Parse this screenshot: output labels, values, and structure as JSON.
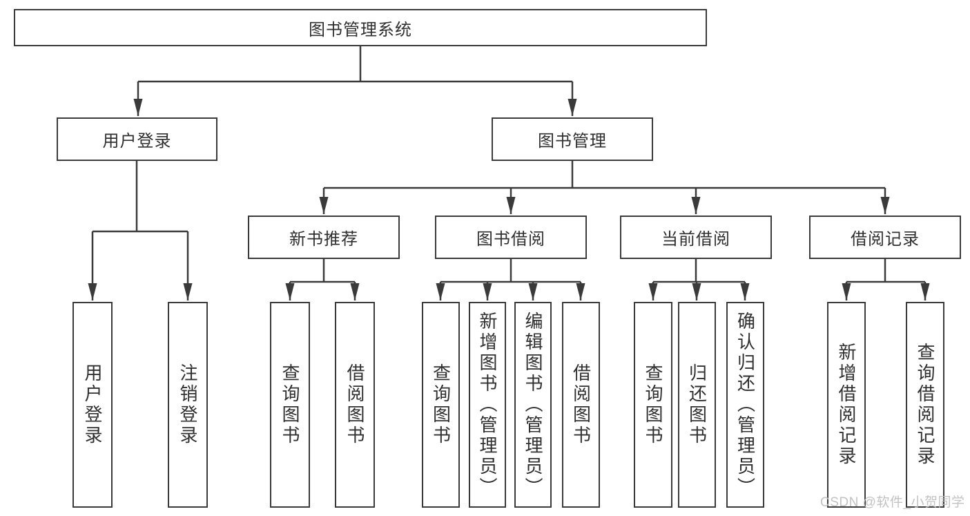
{
  "diagram": {
    "root": {
      "label": "图书管理系统"
    },
    "level2": [
      {
        "label": "用户登录"
      },
      {
        "label": "图书管理"
      }
    ],
    "level3": [
      {
        "label": "新书推荐",
        "parent": "图书管理"
      },
      {
        "label": "图书借阅",
        "parent": "图书管理"
      },
      {
        "label": "当前借阅",
        "parent": "图书管理"
      },
      {
        "label": "借阅记录",
        "parent": "图书管理"
      }
    ],
    "leaves": [
      {
        "label": "用户登录",
        "parent": "用户登录"
      },
      {
        "label": "注销登录",
        "parent": "用户登录"
      },
      {
        "label": "查询图书",
        "parent": "新书推荐"
      },
      {
        "label": "借阅图书",
        "parent": "新书推荐"
      },
      {
        "label": "查询图书",
        "parent": "图书借阅"
      },
      {
        "label": "新增图书（管理员）",
        "parent": "图书借阅"
      },
      {
        "label": "编辑图书（管理员）",
        "parent": "图书借阅"
      },
      {
        "label": "借阅图书",
        "parent": "图书借阅"
      },
      {
        "label": "查询图书",
        "parent": "当前借阅"
      },
      {
        "label": "归还图书",
        "parent": "当前借阅"
      },
      {
        "label": "确认归还（管理员）",
        "parent": "当前借阅"
      },
      {
        "label": "新增借阅记录",
        "parent": "借阅记录"
      },
      {
        "label": "查询借阅记录",
        "parent": "借阅记录"
      }
    ]
  },
  "watermark": "CSDN @软件_小贺同学",
  "colors": {
    "line": "#3a3a3a",
    "text": "#2f2f2f",
    "box_background": "#ffffff",
    "watermark": "#bdbdbd",
    "background": "#ffffff"
  }
}
